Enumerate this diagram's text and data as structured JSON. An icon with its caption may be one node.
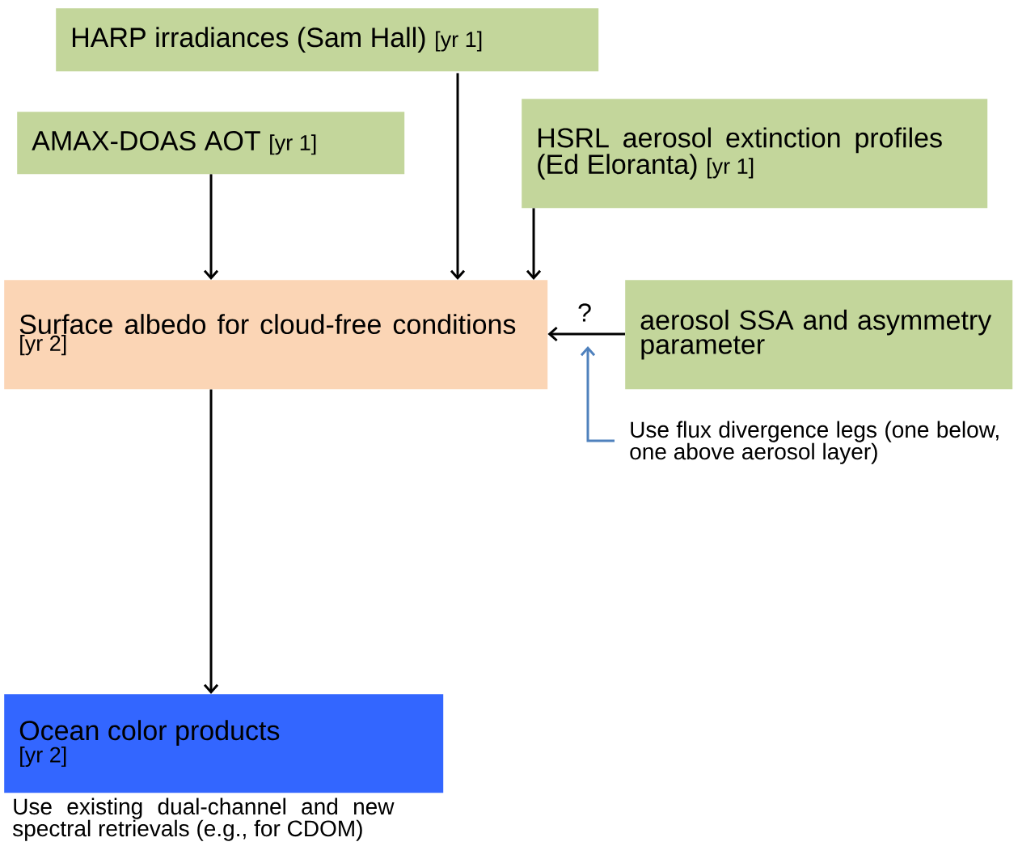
{
  "diagram": {
    "nodes": [
      {
        "text": [
          "HARP irradiances (Sam Hall)",
          "[yr 1]"
        ]
      },
      {
        "text": [
          "AMAX-DOAS AOT",
          "[yr 1]"
        ]
      },
      {
        "text": [
          "HSRL aerosol extinction profiles (Ed Eloranta)",
          "[yr 1]"
        ]
      },
      {
        "text": [
          "Surface albedo for cloud-free conditions",
          "[yr 2]"
        ]
      },
      {
        "text": [
          "aerosol SSA and asymmetry parameter"
        ]
      },
      {
        "text": [
          "Ocean color products",
          "[yr 2]"
        ],
        "beside": [
          "Use existing dual-channel and new spectral retrievals (e.g., for CDOM)"
        ]
      },
      {
        "text": [
          "Use flux divergence legs (one below, one above aerosol layer)"
        ]
      }
    ],
    "edges": [
      {
        "from": 1,
        "to": 3,
        "arrow": "to"
      },
      {
        "from": 0,
        "to": 3,
        "arrow": "to"
      },
      {
        "from": 2,
        "to": 3,
        "arrow": "to"
      },
      {
        "from": 4,
        "to": 3,
        "arrow": "to",
        "label": "?"
      },
      {
        "from": 3,
        "to": 5,
        "arrow": "to"
      },
      {
        "from": 6,
        "to": null,
        "arrow": "to",
        "color": "#4f81bd"
      }
    ]
  }
}
